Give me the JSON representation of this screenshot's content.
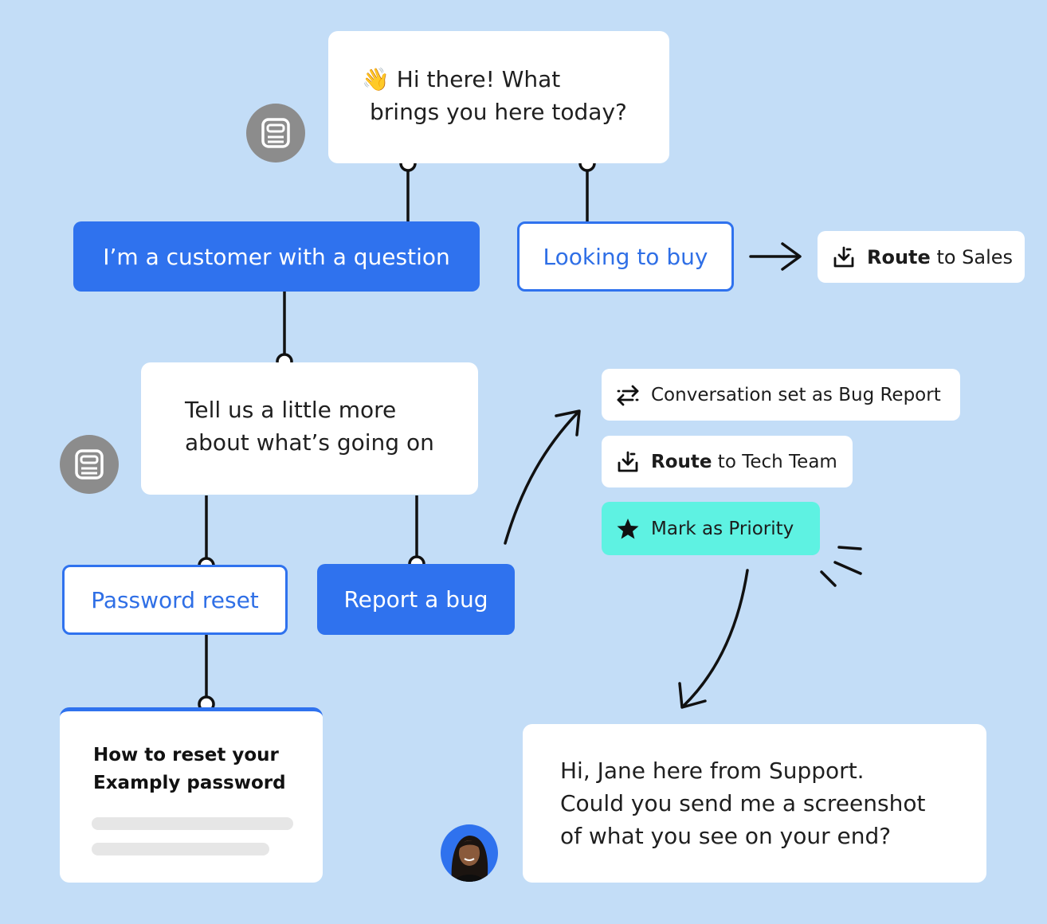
{
  "greeting": {
    "emoji": "👋",
    "line1": "Hi there! What",
    "line2": "brings you here today?"
  },
  "options_top": {
    "customer": "I’m a customer with a question",
    "buy": "Looking to buy"
  },
  "route_sales": {
    "bold": "Route",
    "rest": " to Sales",
    "icon": "inbox-download-icon"
  },
  "followup": {
    "line1": "Tell us a little more",
    "line2": "about what’s going on"
  },
  "options_bottom": {
    "password": "Password reset",
    "bug": "Report a bug"
  },
  "actions": {
    "bug_report": {
      "text": "Conversation set as Bug Report",
      "icon": "arrows-swap-icon"
    },
    "tech_team": {
      "bold": "Route",
      "rest": " to Tech Team",
      "icon": "inbox-download-icon"
    },
    "priority": {
      "text": "Mark as Priority",
      "icon": "star-icon",
      "color": "#5ef2e2"
    }
  },
  "article": {
    "title_line1": "How to reset your",
    "title_line2": "Examply password"
  },
  "agent_reply": {
    "line1": "Hi, Jane here from Support.",
    "line2": "Could you send me a screenshot",
    "line3": "of what you see on your end?"
  },
  "colors": {
    "background": "#c3ddf7",
    "primary_blue": "#2f72ee",
    "priority_teal": "#5ef2e2",
    "bot_avatar_gray": "#8c8c8c"
  }
}
